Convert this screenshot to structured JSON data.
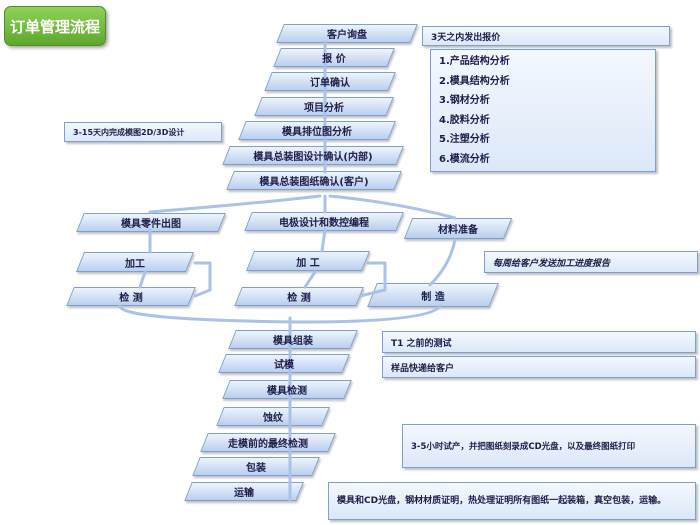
{
  "title": "订单管理流程",
  "steps": {
    "inquiry": "客户询盘",
    "quote": "报 价",
    "order_confirm": "订单确认",
    "project_analysis": "项目分析",
    "layout_analysis": "模具排位图分析",
    "assembly_design": "模具总装图设计确认(内部)",
    "drawing_confirm": "模具总装图纸确认(客户)",
    "parts_drawing": "模具零件出图",
    "electrode_design": "电极设计和数控编程",
    "material_prep": "材料准备",
    "machining_1": "加工",
    "machining_2": "加 工",
    "inspect_1": "检 测",
    "inspect_2": "检 测",
    "manufacture": "制 造",
    "mold_assembly": "模具组装",
    "trial": "试模",
    "mold_inspect": "模具检测",
    "texture": "蚀纹",
    "final_inspect": "走模前的最终检测",
    "packing": "包装",
    "shipping": "运输"
  },
  "notes": {
    "quote_3days": "3天之内发出报价",
    "design_3_15days": "3-15天内完成模图2D/3D设计",
    "weekly_report": "每周给客户发送加工进度报告",
    "t1_test": "T1 之前的测试",
    "sample_express": "样品快递给客户",
    "trial_3_5h": "3-5小时试产，并把图纸刻录成CD光盘，以及最终图纸打印",
    "ship_docs": "模具和CD光盘，钢材材质证明，热处理证明所有图纸一起装箱，真空包装，运输。"
  },
  "analysis_list": [
    "1.产品结构分析",
    "2.模具结构分析",
    "3.钢材分析",
    "4.胶料分析",
    "5.注塑分析",
    "6.模流分析"
  ],
  "colors": {
    "box_fill_top": "#eef4fd",
    "box_fill_bottom": "#b9cfee",
    "box_border": "#7f9fd2",
    "connector": "#a9c2e6",
    "title_badge": "#6cb33f"
  }
}
